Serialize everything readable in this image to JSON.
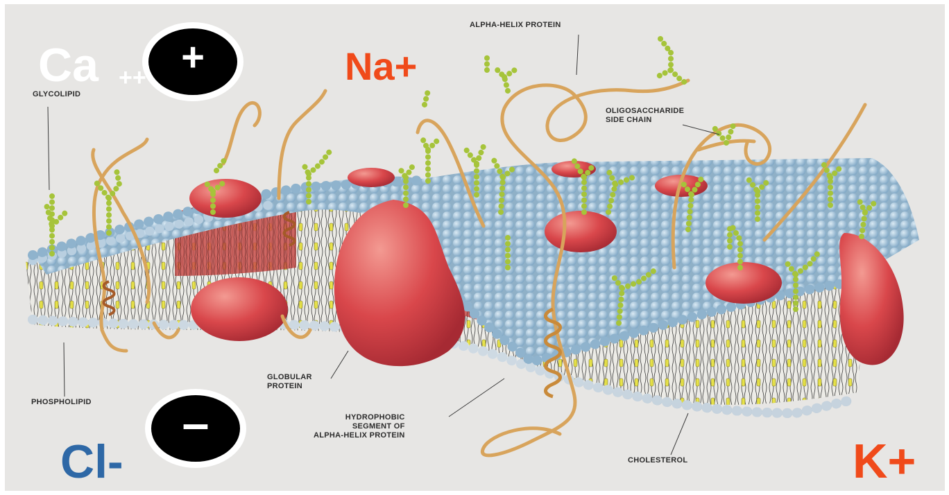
{
  "labels": {
    "glycolipid": "GLYCOLIPID",
    "alpha_helix_protein": "ALPHA-HELIX PROTEIN",
    "oligosaccharide_line1": "OLIGOSACCHARIDE",
    "oligosaccharide_line2": "SIDE CHAIN",
    "phospholipid": "PHOSPHOLIPID",
    "globular_line1": "GLOBULAR",
    "globular_line2": "PROTEIN",
    "hydrophobic_line1": "HYDROPHOBIC",
    "hydrophobic_line2": "SEGMENT OF",
    "hydrophobic_line3": "ALPHA-HELIX PROTEIN",
    "cholesterol": "CHOLESTEROL"
  },
  "ions": {
    "calcium": "Ca",
    "calcium_charge": "++",
    "sodium": "Na+",
    "chloride": "Cl-",
    "potassium": "K+"
  },
  "badges": {
    "positive": "+",
    "negative": "–"
  },
  "colors": {
    "background": "#e7e6e4",
    "phospholipid_head": "#a9c8df",
    "protein": "#d9474b",
    "carbohydrate": "#a6c43a",
    "helix": "#d8a45c",
    "cholesterol": "#e8e23a",
    "sodium_potassium": "#f04a1a",
    "chloride": "#2e68a6"
  }
}
